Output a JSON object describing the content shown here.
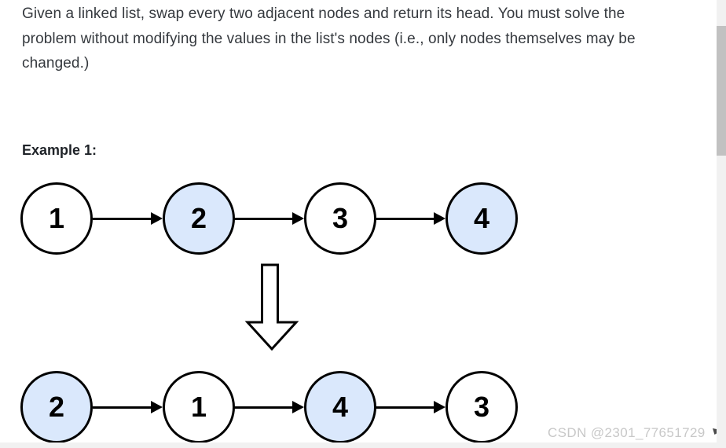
{
  "page": {
    "background_color": "#ffffff"
  },
  "problem": {
    "lines": [
      "Given a linked list, swap every two adjacent nodes and return its head. You must solve the",
      "problem without modifying the values in the list's nodes (i.e., only nodes themselves may be",
      "changed.)"
    ]
  },
  "example_label": "Example 1:",
  "diagram": {
    "type": "linked-list-swap-pairs",
    "before": {
      "nodes": [
        {
          "value": "1",
          "highlighted": false
        },
        {
          "value": "2",
          "highlighted": true
        },
        {
          "value": "3",
          "highlighted": false
        },
        {
          "value": "4",
          "highlighted": true
        }
      ]
    },
    "after": {
      "nodes": [
        {
          "value": "2",
          "highlighted": true
        },
        {
          "value": "1",
          "highlighted": false
        },
        {
          "value": "4",
          "highlighted": true
        },
        {
          "value": "3",
          "highlighted": false
        }
      ]
    },
    "colors": {
      "node_fill_default": "#ffffff",
      "node_fill_highlight": "#dae8fc",
      "node_border": "#000000",
      "arrow": "#000000"
    }
  },
  "watermark": {
    "text": "CSDN @2301_77651729",
    "color": "#c8c8c8"
  },
  "scrollbar": {
    "track_color": "#f1f1f1",
    "thumb_color": "#c1c1c1"
  }
}
